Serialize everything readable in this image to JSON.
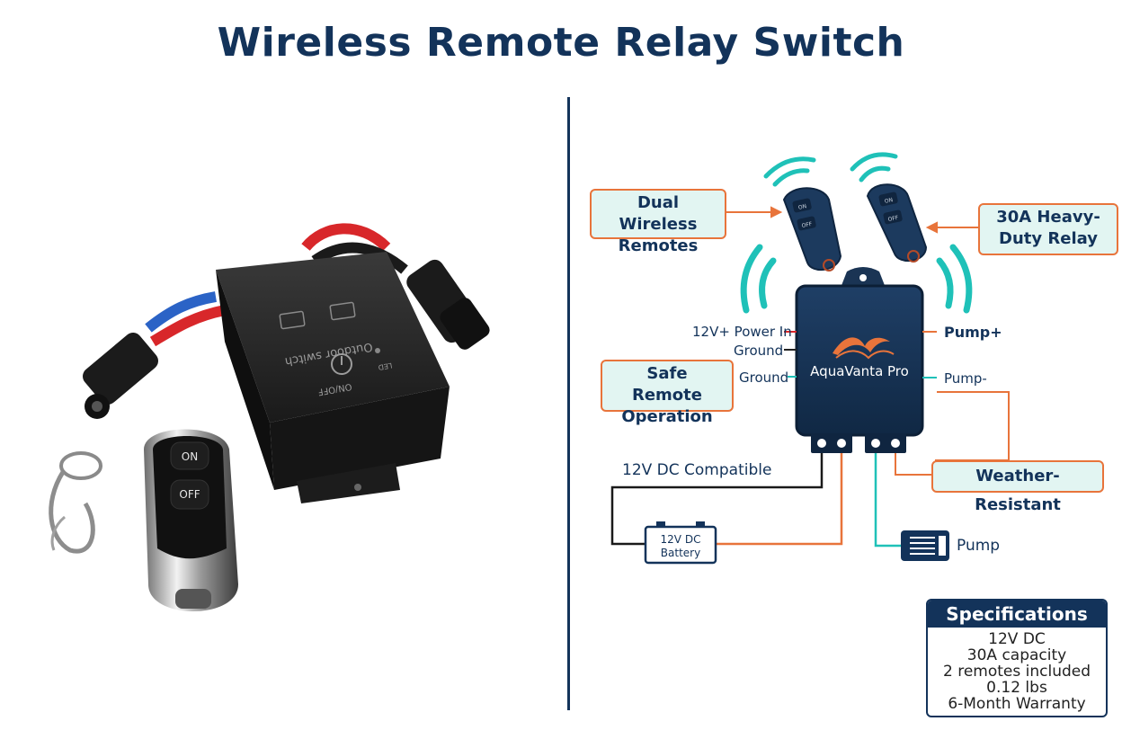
{
  "title": "Wireless Remote Relay Switch",
  "product_left": {
    "relay_text_1": "Outdoor switch",
    "relay_text_2": "ON/OFF",
    "relay_led": "LED",
    "remote_on": "ON",
    "remote_off": "OFF"
  },
  "diagram": {
    "callouts": {
      "dual_remotes": "Dual Wireless Remotes",
      "heavy_duty": "30A Heavy-Duty Relay",
      "safe_remote": "Safe Remote Operation",
      "weather": "Weather-Resistant"
    },
    "hub_brand": "AquaVanta Pro",
    "left_terminals": {
      "power_in": "12V+ Power In",
      "ground1": "Ground",
      "ground2": "Ground"
    },
    "right_terminals": {
      "pump_plus": "Pump+",
      "pump_minus": "Pump-"
    },
    "compat": "12V DC Compatible",
    "battery": {
      "line1": "12V DC",
      "line2": "Battery"
    },
    "pump": "Pump",
    "remote_buttons": [
      "ON",
      "OFF"
    ]
  },
  "specs": {
    "heading": "Specifications",
    "items": [
      "12V DC",
      "30A capacity",
      "2 remotes included",
      "0.12 lbs",
      "6-Month Warranty"
    ]
  },
  "colors": {
    "navy": "#13335a",
    "orange": "#e8743b",
    "teal": "#1fc1b8",
    "callout_bg": "#e2f5f2"
  }
}
